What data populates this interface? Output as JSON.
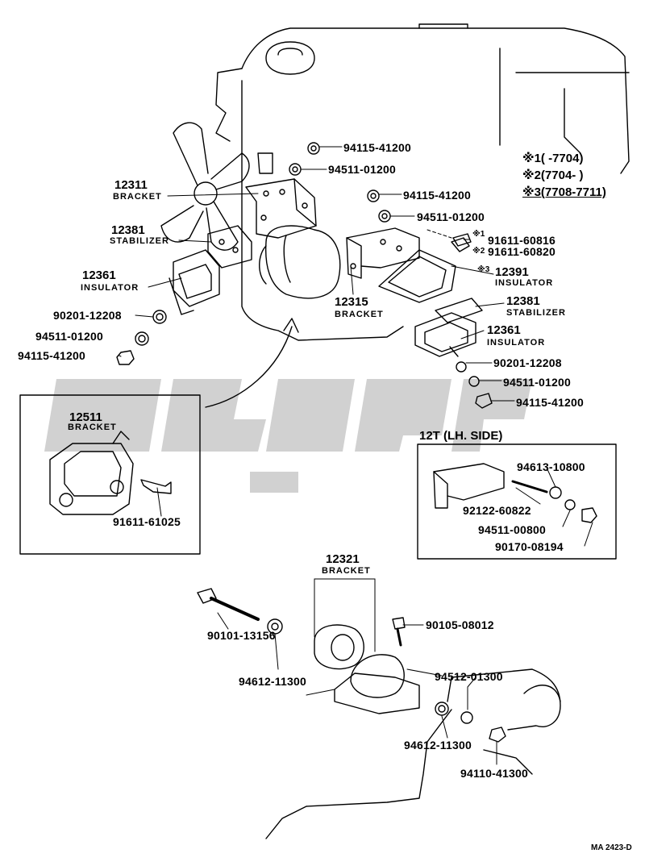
{
  "diagram": {
    "watermark_color": "#c9c9c9",
    "legend": {
      "line1": "※1(        -7704)",
      "line2": "※2(7704-          )",
      "line3": "※3(7708-7711)"
    },
    "inset_12t_title": "12T (LH. SIDE)",
    "drawing_code": "MA 2423-D",
    "parts": {
      "p12311": "12311",
      "p12311_name": "BRACKET",
      "p12381a": "12381",
      "p12381a_name": "STABILIZER",
      "p12361a": "12361",
      "p12361a_name": "INSULATOR",
      "p90201a": "90201-12208",
      "p94511a": "94511-01200",
      "p94115a": "94115-41200",
      "p94115b": "94115-41200",
      "p94511b": "94511-01200",
      "p94115c": "94115-41200",
      "p94511c": "94511-01200",
      "p91611a": "91611-60816",
      "p91611a_mark": "※1",
      "p91611b": "91611-60820",
      "p91611b_mark": "※2",
      "p12391": "12391",
      "p12391_mark": "※3",
      "p12391_name": "INSULATOR",
      "p12315": "12315",
      "p12315_name": "BRACKET",
      "p12381b": "12381",
      "p12381b_name": "STABILIZER",
      "p12361b": "12361",
      "p12361b_name": "INSULATOR",
      "p90201b": "90201-12208",
      "p94511d": "94511-01200",
      "p94115d": "94115-41200",
      "p12511": "12511",
      "p12511_name": "BRACKET",
      "p91611c": "91611-61025",
      "p94613": "94613-10800",
      "p92122": "92122-60822",
      "p94511e": "94511-00800",
      "p90170": "90170-08194",
      "p12321": "12321",
      "p12321_name": "BRACKET",
      "p90101": "90101-13156",
      "p90105": "90105-08012",
      "p94612a": "94612-11300",
      "p94512": "94512-01300",
      "p94612b": "94612-11300",
      "p94110": "94110-41300"
    }
  }
}
